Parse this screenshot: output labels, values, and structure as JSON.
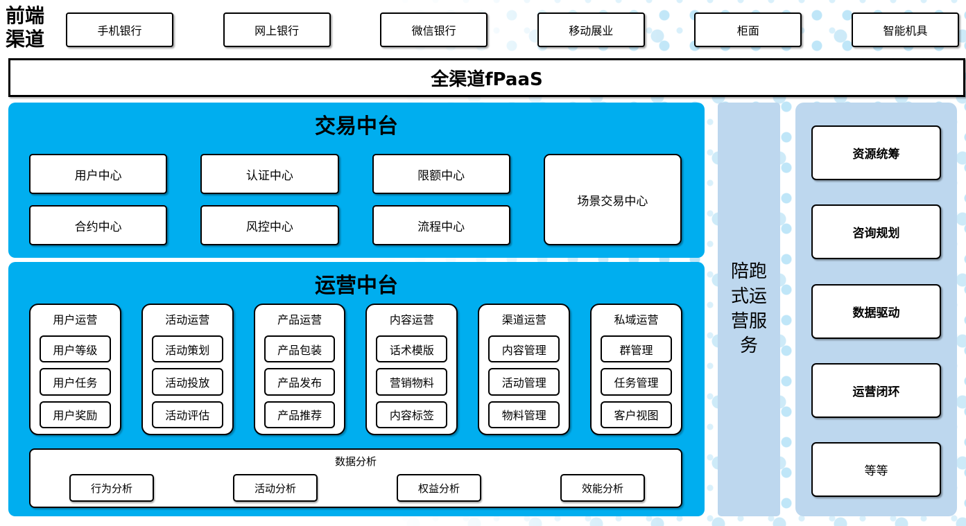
{
  "frontend": {
    "label": "前端渠道",
    "channels": [
      "手机银行",
      "网上银行",
      "微信银行",
      "移动展业",
      "柜面",
      "智能机具"
    ]
  },
  "banner": {
    "label": "全渠道fPaaS"
  },
  "transaction": {
    "title": "交易中台",
    "row1": [
      "用户中心",
      "认证中心",
      "限额中心"
    ],
    "row2": [
      "合约中心",
      "风控中心",
      "流程中心"
    ],
    "tall_box": "场景交易中心"
  },
  "operations": {
    "title": "运营中台",
    "groups": [
      {
        "title": "用户运营",
        "items": [
          "用户等级",
          "用户任务",
          "用户奖励"
        ]
      },
      {
        "title": "活动运营",
        "items": [
          "活动策划",
          "活动投放",
          "活动评估"
        ]
      },
      {
        "title": "产品运营",
        "items": [
          "产品包装",
          "产品发布",
          "产品推荐"
        ]
      },
      {
        "title": "内容运营",
        "items": [
          "话术模版",
          "营销物料",
          "内容标签"
        ]
      },
      {
        "title": "渠道运营",
        "items": [
          "内容管理",
          "活动管理",
          "物料管理"
        ]
      },
      {
        "title": "私域运营",
        "items": [
          "群管理",
          "任务管理",
          "客户视图"
        ]
      }
    ],
    "analysis": {
      "title": "数据分析",
      "items": [
        "行为分析",
        "活动分析",
        "权益分析",
        "效能分析"
      ]
    }
  },
  "side_band": {
    "label": "陪跑式运营服务"
  },
  "right_panel": {
    "items": [
      {
        "label": "资源统筹"
      },
      {
        "label": "咨询规划"
      },
      {
        "label": "数据驱动"
      },
      {
        "label": "运营闭环"
      },
      {
        "label": "等等"
      }
    ]
  },
  "colors": {
    "cyan_panel": "#00AEEF",
    "light_blue_panel": "#BDD7EE",
    "dot_blue": "#BFE6F8",
    "box_border": "#000000"
  }
}
